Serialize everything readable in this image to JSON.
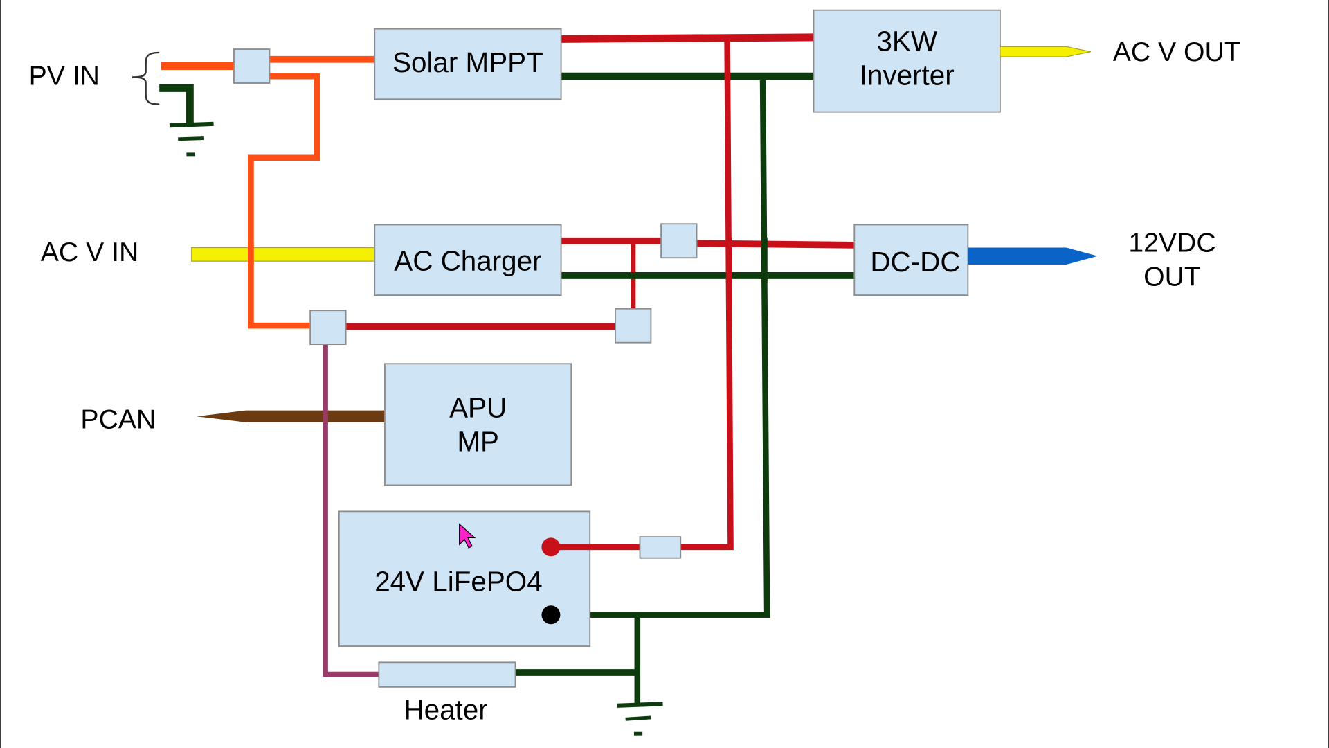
{
  "diagram": {
    "title": "24V LiFePO4 power system block diagram",
    "colors": {
      "block_fill": "#cfe4f5",
      "block_stroke": "#8c8c8c",
      "pv_positive": "#ff4f14",
      "dc_positive": "#c8101a",
      "dc_negative": "#0e3b0e",
      "ac_line": "#f5f000",
      "dc12_out": "#0a64c8",
      "pcan_bus": "#6b3a10",
      "heater_feed": "#9a3a68",
      "cursor": "#ff22cc"
    },
    "io_labels": {
      "pv_in": "PV IN",
      "ac_v_in": "AC V IN",
      "pcan": "PCAN",
      "ac_v_out": "AC V OUT",
      "dc12_out_line1": "12VDC",
      "dc12_out_line2": "OUT"
    },
    "blocks": {
      "solar_mppt": "Solar MPPT",
      "inverter_line1": "3KW",
      "inverter_line2": "Inverter",
      "ac_charger": "AC Charger",
      "dc_dc": "DC-DC",
      "apu_line1": "APU",
      "apu_line2": "MP",
      "battery": "24V LiFePO4",
      "heater": "Heater"
    }
  }
}
